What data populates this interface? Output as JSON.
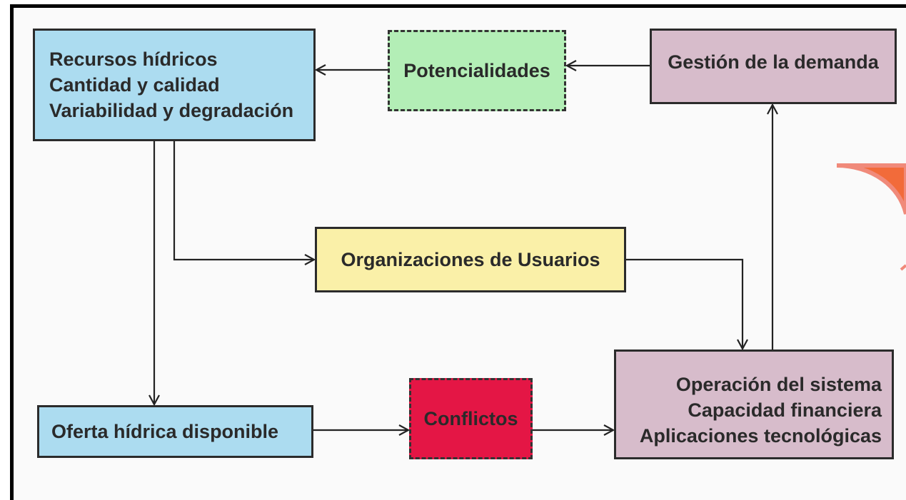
{
  "nodes": {
    "recursos": {
      "lines": [
        "Recursos hídricos",
        "Cantidad y calidad",
        "Variabilidad y degradación"
      ],
      "color": "#acdcf0"
    },
    "potencialidades": {
      "label": "Potencialidades",
      "color": "#b3eeb6"
    },
    "gestion": {
      "label": "Gestión de la demanda",
      "color": "#d7bccb"
    },
    "organizaciones": {
      "label": "Organizaciones de Usuarios",
      "color": "#faf0a8"
    },
    "oferta": {
      "label": "Oferta hídrica disponible",
      "color": "#acdcf0"
    },
    "conflictos": {
      "label": "Conflictos",
      "color": "#e41645"
    },
    "operacion": {
      "lines": [
        "Operación del sistema",
        "Capacidad financiera",
        "Aplicaciones tecnológicas"
      ],
      "color": "#d7bccb"
    }
  },
  "edges": [
    {
      "from": "potencialidades",
      "to": "recursos"
    },
    {
      "from": "gestion",
      "to": "potencialidades"
    },
    {
      "from": "recursos",
      "to": "organizaciones"
    },
    {
      "from": "recursos",
      "to": "oferta"
    },
    {
      "from": "organizaciones",
      "to": "operacion"
    },
    {
      "from": "oferta",
      "to": "conflictos"
    },
    {
      "from": "conflictos",
      "to": "operacion"
    },
    {
      "from": "operacion",
      "to": "gestion"
    }
  ],
  "decoration": {
    "accent": "#f26b3a",
    "accent_outline": "#f08a7a"
  }
}
